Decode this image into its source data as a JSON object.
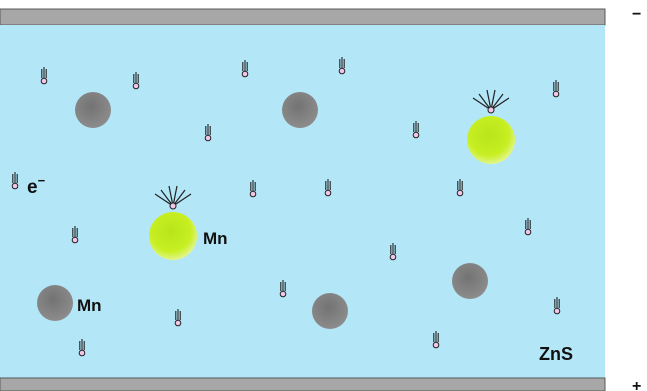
{
  "labels": {
    "electron": "e",
    "electron_superscript": "−",
    "mn_lit": "Mn",
    "mn_dark": "Mn",
    "host": "ZnS",
    "terminal_top": "−",
    "terminal_bottom": "+"
  },
  "colors": {
    "electrode": "#a7a7a7",
    "electrode_stroke": "#5a5a5a",
    "phosphor_layer": "#b3e6f7",
    "ion_dark": "#7c7c7c",
    "ion_lit": "#c7ef22",
    "ion_lit_edge": "#e2f58a",
    "electron_stroke": "#222222",
    "electron_head": "#f2c6e6"
  },
  "icons": {
    "electron": "electron-trail-icon",
    "ion_dark": "manganese-ion-ground-icon",
    "ion_lit": "manganese-ion-excited-icon",
    "emission": "light-emission-rays-icon"
  }
}
